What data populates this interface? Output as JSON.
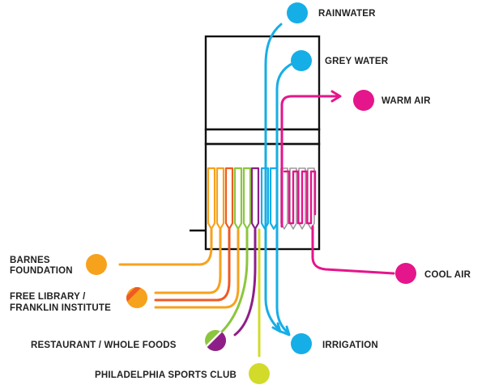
{
  "labels": {
    "rainwater": "RAINWATER",
    "grey_water": "GREY WATER",
    "warm_air": "WARM AIR",
    "cool_air": "COOL AIR",
    "irrigation": "IRRIGATION",
    "barnes_line1": "BARNES",
    "barnes_line2": "FOUNDATION",
    "library_line1": "FREE LIBRARY /",
    "library_line2": "FRANKLIN INSTITUTE",
    "restaurant": "RESTAURANT / WHOLE FOODS",
    "sports": "PHILADELPHIA SPORTS CLUB"
  },
  "colors": {
    "blue": "#16aee6",
    "magenta": "#e5158b",
    "orange": "#f6a21d",
    "orange_red": "#ef5a24",
    "green": "#8cc63f",
    "purple": "#8e1f88",
    "yellow_green": "#d2db2a",
    "outline": "#111111"
  }
}
